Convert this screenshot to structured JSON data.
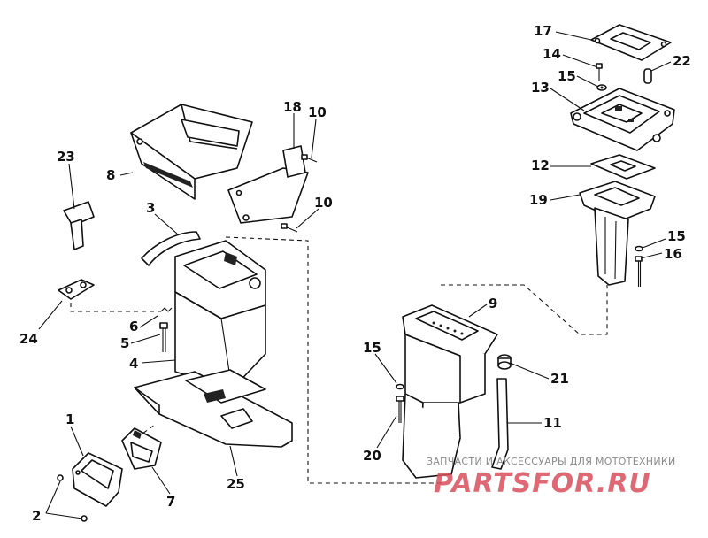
{
  "callouts": [
    {
      "id": "c17",
      "label": "17"
    },
    {
      "id": "c14",
      "label": "14"
    },
    {
      "id": "c22",
      "label": "22"
    },
    {
      "id": "c15a",
      "label": "15"
    },
    {
      "id": "c13",
      "label": "13"
    },
    {
      "id": "c18",
      "label": "18"
    },
    {
      "id": "c10a",
      "label": "10"
    },
    {
      "id": "c23",
      "label": "23"
    },
    {
      "id": "c8",
      "label": "8"
    },
    {
      "id": "c12",
      "label": "12"
    },
    {
      "id": "c19",
      "label": "19"
    },
    {
      "id": "c10b",
      "label": "10"
    },
    {
      "id": "c3",
      "label": "3"
    },
    {
      "id": "c15b",
      "label": "15"
    },
    {
      "id": "c16",
      "label": "16"
    },
    {
      "id": "c9",
      "label": "9"
    },
    {
      "id": "c24",
      "label": "24"
    },
    {
      "id": "c6",
      "label": "6"
    },
    {
      "id": "c5",
      "label": "5"
    },
    {
      "id": "c4",
      "label": "4"
    },
    {
      "id": "c15c",
      "label": "15"
    },
    {
      "id": "c21",
      "label": "21"
    },
    {
      "id": "c1",
      "label": "1"
    },
    {
      "id": "c11",
      "label": "11"
    },
    {
      "id": "c20",
      "label": "20"
    },
    {
      "id": "c7",
      "label": "7"
    },
    {
      "id": "c25",
      "label": "25"
    },
    {
      "id": "c2",
      "label": "2"
    }
  ],
  "watermark": {
    "tagline": "ЗАПЧАСТИ И АКСЕССУАРЫ ДЛЯ МОТОТЕХНИКИ",
    "brand": "PARTSFOR.RU"
  }
}
